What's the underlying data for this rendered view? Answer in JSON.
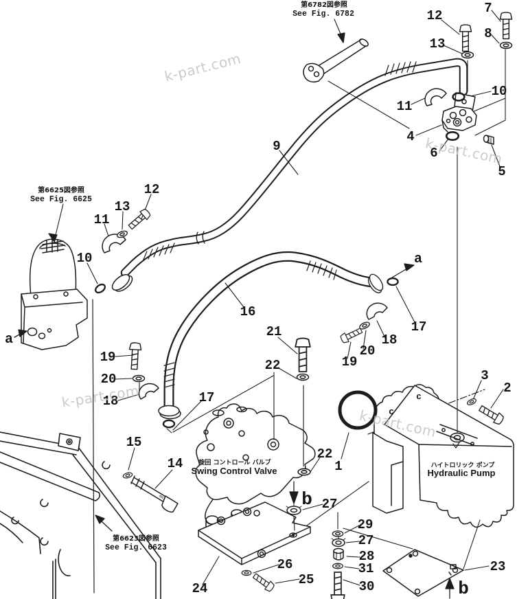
{
  "watermark": {
    "text": "k-part.com"
  },
  "colors": {
    "line": "#1c1c1c",
    "background": "#ffffff",
    "watermark": "#c2c2c2"
  },
  "references": {
    "fig6782": {
      "jp": "第6782図参照",
      "en": "See Fig. 6782"
    },
    "fig6625": {
      "jp": "第6625図参照",
      "en": "See Fig. 6625"
    },
    "fig6623": {
      "jp": "第6623図参照",
      "en": "See Fig. 6623"
    }
  },
  "components": {
    "swing_control_valve": {
      "jp": "旋回 コントロール バルブ",
      "en": "Swing Control Valve"
    },
    "hydraulic_pump": {
      "jp": "ハイトロリック ポンプ",
      "en": "Hydraulic Pump"
    }
  },
  "callouts": [
    {
      "text": "7"
    },
    {
      "text": "8"
    },
    {
      "text": "12"
    },
    {
      "text": "13"
    },
    {
      "text": "10"
    },
    {
      "text": "11"
    },
    {
      "text": "4"
    },
    {
      "text": "6"
    },
    {
      "text": "5"
    },
    {
      "text": "9"
    },
    {
      "text": "12"
    },
    {
      "text": "13"
    },
    {
      "text": "11"
    },
    {
      "text": "10"
    },
    {
      "text": "a"
    },
    {
      "text": "16"
    },
    {
      "text": "17"
    },
    {
      "text": "a"
    },
    {
      "text": "17"
    },
    {
      "text": "18"
    },
    {
      "text": "20"
    },
    {
      "text": "19"
    },
    {
      "text": "19"
    },
    {
      "text": "20"
    },
    {
      "text": "18"
    },
    {
      "text": "21"
    },
    {
      "text": "22"
    },
    {
      "text": "22"
    },
    {
      "text": "15"
    },
    {
      "text": "14"
    },
    {
      "text": "1"
    },
    {
      "text": "2"
    },
    {
      "text": "3"
    },
    {
      "text": "c"
    },
    {
      "text": "c"
    },
    {
      "text": "b"
    },
    {
      "text": "27"
    },
    {
      "text": "29"
    },
    {
      "text": "27"
    },
    {
      "text": "28"
    },
    {
      "text": "31"
    },
    {
      "text": "30"
    },
    {
      "text": "23"
    },
    {
      "text": "b"
    },
    {
      "text": "24"
    },
    {
      "text": "26"
    },
    {
      "text": "25"
    }
  ]
}
